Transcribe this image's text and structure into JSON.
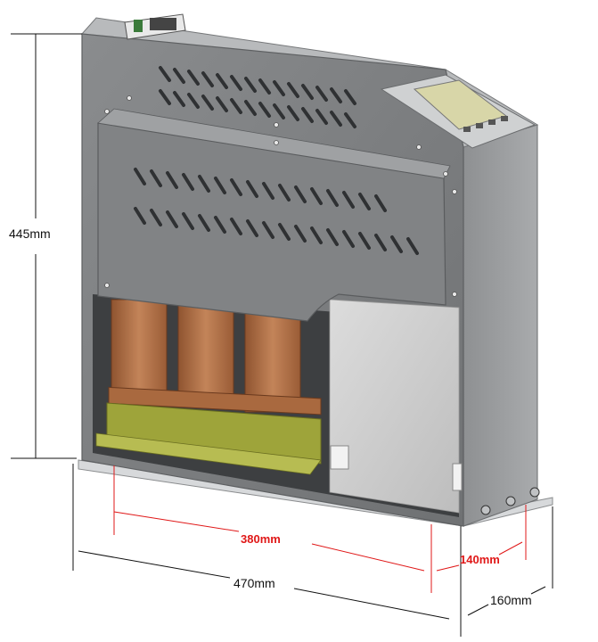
{
  "dimensions": {
    "height": "445mm",
    "inner_width": "380mm",
    "outer_width": "470mm",
    "inner_depth": "140mm",
    "outer_depth": "160mm"
  },
  "colors": {
    "cabinet_front": "#7d7f81",
    "cabinet_side": "#9c9ea0",
    "cabinet_top": "#b8babc",
    "coil_copper": "#b9774e",
    "base_frame": "#9ea43a",
    "dim_red": "#e01818",
    "dim_black": "#111111",
    "lcd_screen": "#d8d6a8"
  },
  "device": {
    "controller_icon": "lcd-controller-icon",
    "terminal_icon": "terminal-block-icon"
  }
}
